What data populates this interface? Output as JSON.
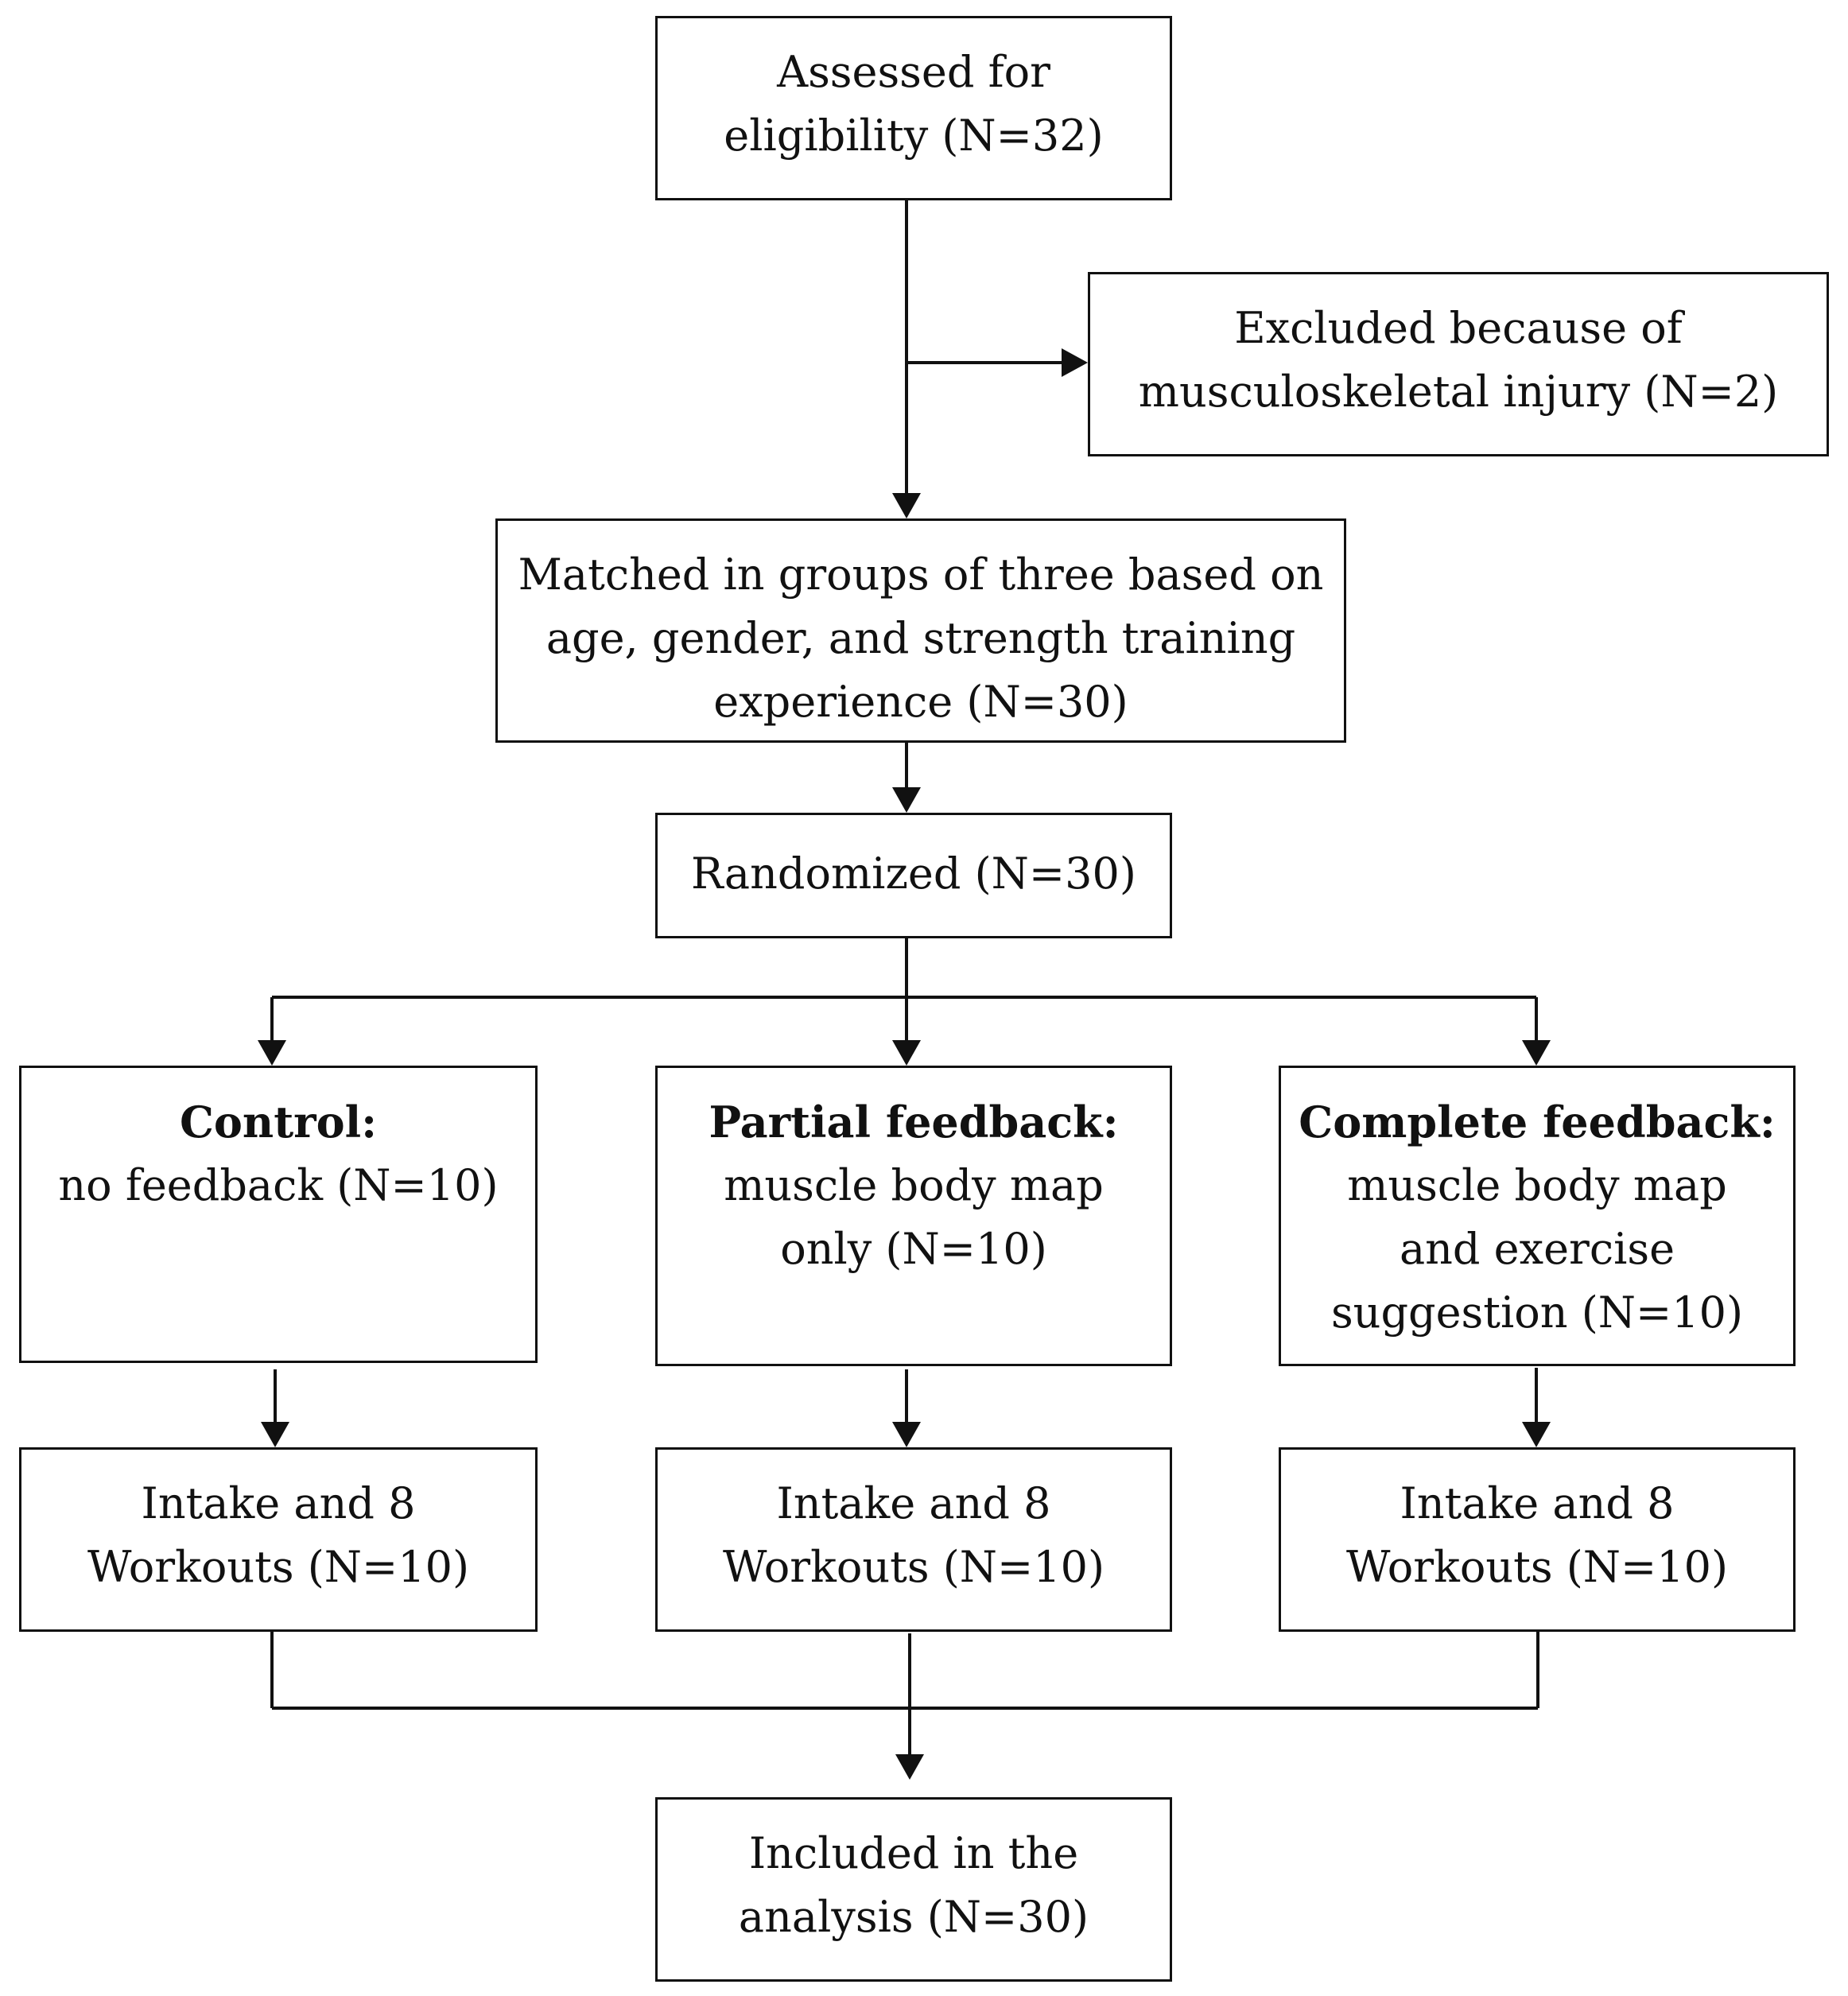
{
  "nodes": {
    "assessed": {
      "lines": [
        "Assessed for",
        "eligibility (N=32)"
      ]
    },
    "excluded": {
      "lines": [
        "Excluded because of",
        "musculoskeletal injury (N=2)"
      ]
    },
    "matched": {
      "lines": [
        "Matched in groups of three based on",
        "age, gender, and strength training",
        "experience (N=30)"
      ]
    },
    "randomized": {
      "lines": [
        "Randomized (N=30)"
      ]
    },
    "control": {
      "heading": "Control:",
      "lines": [
        "no feedback (N=10)"
      ]
    },
    "partial": {
      "heading": "Partial feedback:",
      "lines": [
        "muscle body map",
        "only  (N=10)"
      ]
    },
    "complete": {
      "heading": "Complete feedback:",
      "lines": [
        "muscle body map",
        "and exercise",
        "suggestion (N=10)"
      ]
    },
    "intake_control": {
      "lines": [
        "Intake and 8",
        "Workouts (N=10)"
      ]
    },
    "intake_partial": {
      "lines": [
        "Intake and 8",
        "Workouts (N=10)"
      ]
    },
    "intake_complete": {
      "lines": [
        "Intake and 8",
        "Workouts (N=10)"
      ]
    },
    "included": {
      "lines": [
        "Included in the",
        "analysis (N=30)"
      ]
    }
  }
}
